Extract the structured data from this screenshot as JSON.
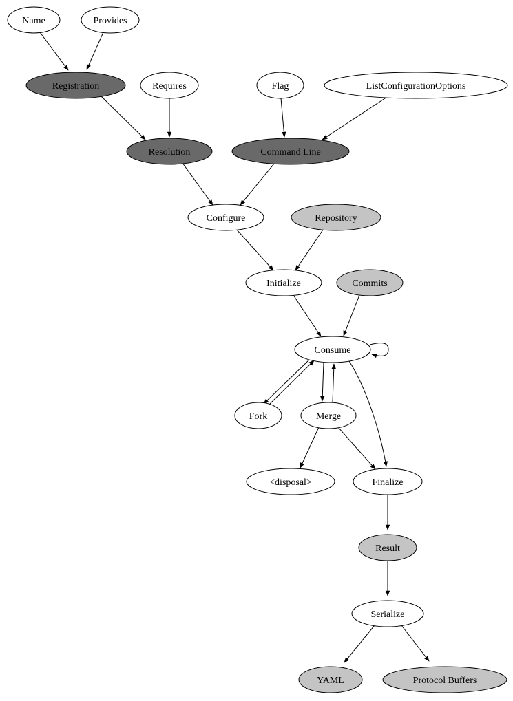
{
  "diagram": {
    "type": "directed-graph",
    "colors": {
      "background": "#ffffff",
      "node_dark": "#696969",
      "node_light": "#c4c4c4",
      "node_white": "#ffffff",
      "stroke": "#000000",
      "text_on_dark": "#ffffff",
      "text": "#000000"
    },
    "nodes": {
      "name": {
        "label": "Name"
      },
      "provides": {
        "label": "Provides"
      },
      "registration": {
        "label": "Registration"
      },
      "requires": {
        "label": "Requires"
      },
      "flag": {
        "label": "Flag"
      },
      "list_configuration_options": {
        "label": "ListConfigurationOptions"
      },
      "resolution": {
        "label": "Resolution"
      },
      "command_line": {
        "label": "Command Line"
      },
      "configure": {
        "label": "Configure"
      },
      "repository": {
        "label": "Repository"
      },
      "initialize": {
        "label": "Initialize"
      },
      "commits": {
        "label": "Commits"
      },
      "consume": {
        "label": "Consume"
      },
      "fork": {
        "label": "Fork"
      },
      "merge": {
        "label": "Merge"
      },
      "disposal": {
        "label": "<disposal>"
      },
      "finalize": {
        "label": "Finalize"
      },
      "result": {
        "label": "Result"
      },
      "serialize": {
        "label": "Serialize"
      },
      "yaml": {
        "label": "YAML"
      },
      "protocol_buffers": {
        "label": "Protocol Buffers"
      }
    },
    "edges": [
      {
        "from": "Name",
        "to": "Registration"
      },
      {
        "from": "Provides",
        "to": "Registration"
      },
      {
        "from": "Registration",
        "to": "Resolution"
      },
      {
        "from": "Requires",
        "to": "Resolution"
      },
      {
        "from": "Flag",
        "to": "Command Line"
      },
      {
        "from": "ListConfigurationOptions",
        "to": "Command Line"
      },
      {
        "from": "Resolution",
        "to": "Configure"
      },
      {
        "from": "Command Line",
        "to": "Configure"
      },
      {
        "from": "Configure",
        "to": "Initialize"
      },
      {
        "from": "Repository",
        "to": "Initialize"
      },
      {
        "from": "Initialize",
        "to": "Consume"
      },
      {
        "from": "Commits",
        "to": "Consume"
      },
      {
        "from": "Consume",
        "to": "Consume"
      },
      {
        "from": "Consume",
        "to": "Fork"
      },
      {
        "from": "Fork",
        "to": "Consume"
      },
      {
        "from": "Consume",
        "to": "Merge"
      },
      {
        "from": "Merge",
        "to": "Consume"
      },
      {
        "from": "Consume",
        "to": "Finalize"
      },
      {
        "from": "Merge",
        "to": "<disposal>"
      },
      {
        "from": "Merge",
        "to": "Finalize"
      },
      {
        "from": "Finalize",
        "to": "Result"
      },
      {
        "from": "Result",
        "to": "Serialize"
      },
      {
        "from": "Serialize",
        "to": "YAML"
      },
      {
        "from": "Serialize",
        "to": "Protocol Buffers"
      }
    ]
  }
}
